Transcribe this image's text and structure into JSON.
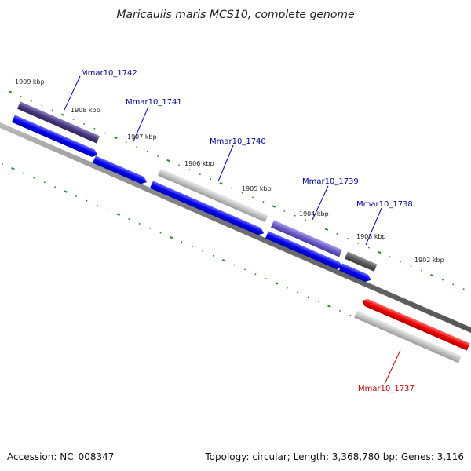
{
  "title": "Maricaulis maris MCS10, complete genome",
  "accession": "Accession: NC_008347",
  "topology": "Topology: circular; Length: 3,368,780 bp; Genes: 3,116",
  "scale_labels": [
    "1909 kbp",
    "1908 kbp",
    "1907 kbp",
    "1906 kbp",
    "1905 kbp",
    "1904 kbp",
    "1903 kbp",
    "1902 kbp"
  ],
  "genes": [
    {
      "id": "Mmar10_1742",
      "color": "#0000aa"
    },
    {
      "id": "Mmar10_1741",
      "color": "#0000aa"
    },
    {
      "id": "Mmar10_1740",
      "color": "#0000aa"
    },
    {
      "id": "Mmar10_1739",
      "color": "#0000aa"
    },
    {
      "id": "Mmar10_1738",
      "color": "#0000aa"
    },
    {
      "id": "Mmar10_1737",
      "color": "#cc0000"
    }
  ],
  "colors": {
    "tick": "#2a8a2a",
    "backbone": "#808080",
    "cds_forward": "#0000ee",
    "feature_gray": "#c0c0c0",
    "feature_darkgray": "#555555",
    "feature_purple": "#7060c8",
    "feature_darkpurple": "#4a3a80",
    "cds_reverse": "#ee0000"
  }
}
